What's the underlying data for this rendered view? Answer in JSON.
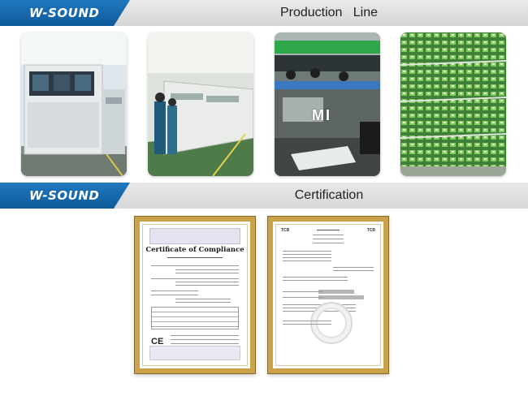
{
  "section_production": {
    "brand": "W-SOUND",
    "title": "Production   Line"
  },
  "production_photos": [
    {
      "name": "smt-machine-photo"
    },
    {
      "name": "reflow-oven-photo"
    },
    {
      "name": "assembly-line-photo",
      "overlay_text": "MI"
    },
    {
      "name": "pcb-boards-photo"
    }
  ],
  "section_certification": {
    "brand": "W-SOUND",
    "title": "Certification"
  },
  "certificates": {
    "ce": {
      "title": "Certificate of Compliance",
      "mark": "CE"
    },
    "tcb": {
      "left_mark": "TCB",
      "right_mark": "TCB"
    }
  },
  "colors": {
    "brand_blue": "#1a6fb5",
    "frame_gold": "#c9a24a",
    "bar_grey": "#dcdcdc"
  }
}
